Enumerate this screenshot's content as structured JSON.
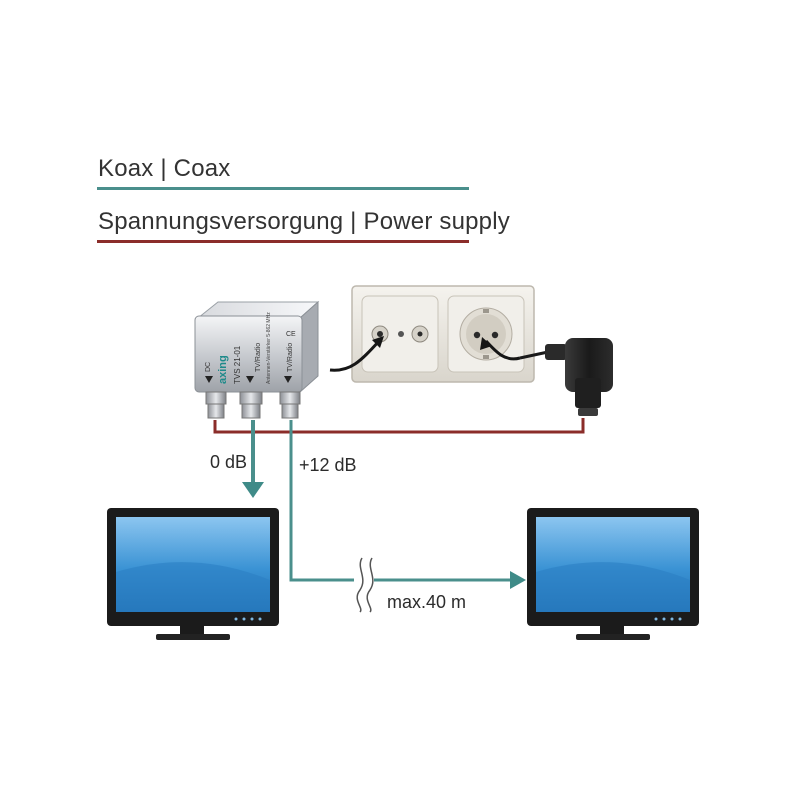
{
  "legend": {
    "coax_label": "Koax | Coax",
    "power_label": "Spannungsversorgung | Power supply",
    "coax_color": "#4a8f8c",
    "power_color": "#8b2d2a"
  },
  "labels": {
    "left_gain": "0 dB",
    "right_gain": "+12 dB",
    "distance": "max.40 m"
  },
  "amplifier": {
    "brand": "axing",
    "model": "TVS 21-01",
    "port_left": "DC",
    "port_middle": "TV/Radio",
    "port_middle_desc": "Antennen-Verstärker 5-862 MHz",
    "port_right": "TV/Radio",
    "ce_mark": "CE"
  },
  "colors": {
    "tv_screen": "#4a9ed8",
    "tv_frame": "#1c1c1c",
    "socket_plate": "#e8e4dc"
  }
}
